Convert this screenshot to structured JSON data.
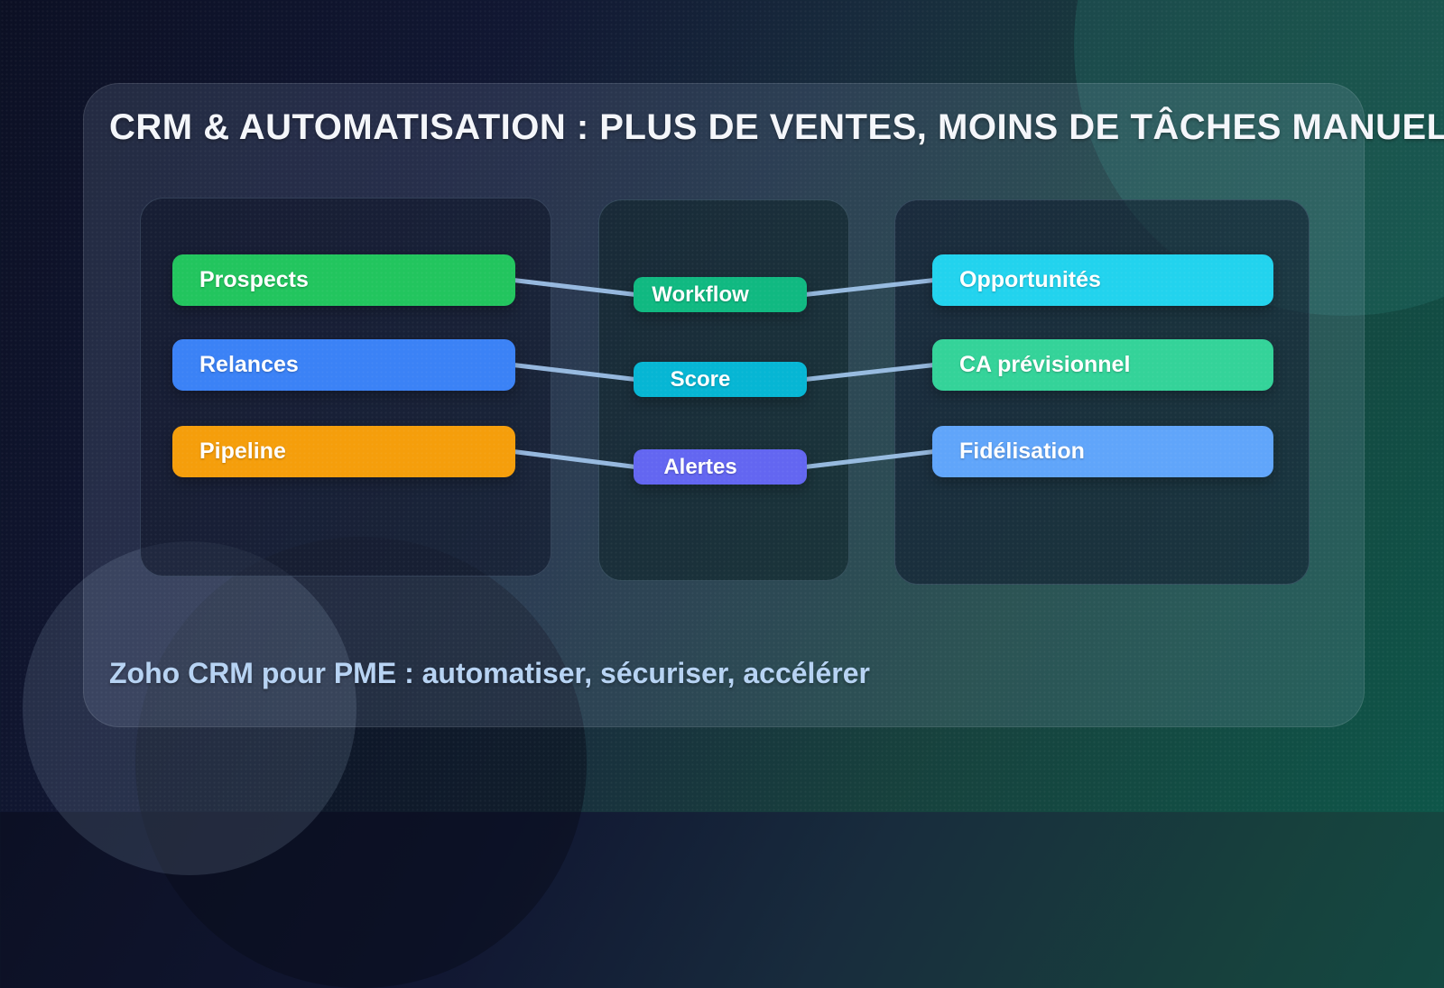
{
  "title": "CRM & AUTOMATISATION : PLUS DE VENTES, MOINS DE TÂCHES MANUELLES",
  "tagline": "Zoho CRM pour PME : automatiser, sécuriser, accélérer",
  "nodes": {
    "prospects": {
      "label": "Prospects",
      "color": "#22c55e"
    },
    "relances": {
      "label": "Relances",
      "color": "#3b82f6"
    },
    "pipeline": {
      "label": "Pipeline",
      "color": "#f59e0b"
    },
    "workflow": {
      "label": "Workflow",
      "color": "#10b981"
    },
    "score": {
      "label": "Score",
      "color": "#06b6d4"
    },
    "alertes": {
      "label": "Alertes",
      "color": "#6366f1"
    },
    "opportunites": {
      "label": "Opportunités",
      "color": "#22d3ee"
    },
    "ca_previsionnel": {
      "label": "CA prévisionnel",
      "color": "#34d399"
    },
    "fidelisation": {
      "label": "Fidélisation",
      "color": "#60a5fa"
    }
  },
  "connections": [
    {
      "from": "prospects",
      "to": "workflow"
    },
    {
      "from": "workflow",
      "to": "opportunites"
    },
    {
      "from": "relances",
      "to": "score"
    },
    {
      "from": "score",
      "to": "ca_previsionnel"
    },
    {
      "from": "pipeline",
      "to": "alertes"
    },
    {
      "from": "alertes",
      "to": "fidelisation"
    }
  ],
  "style": {
    "connector_color": "#a3c8f0",
    "title_color": "#f4f6fa",
    "tagline_color": "#b7d3f3"
  }
}
